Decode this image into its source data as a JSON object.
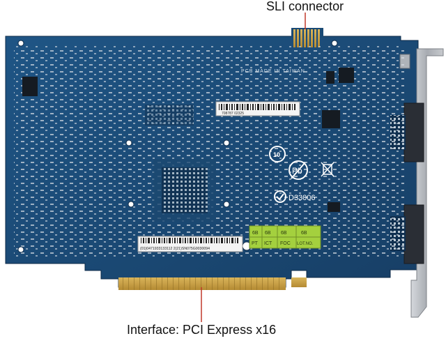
{
  "labels": {
    "sli": "SLI connector",
    "pci": "Interface: PCI Express x16"
  },
  "board": {
    "pcb_print": "PCB MADE IN TAIWAN",
    "sticker_top": "708787     02325",
    "sticker_bottom": "(01)0471933133112 2(21)SN075G0030094",
    "mark_d": "D33006",
    "grid_top": [
      "6B",
      "6B",
      "6B",
      "6B"
    ],
    "grid_bottom": [
      "PT",
      "ICT",
      "FOC",
      "LOT.NO."
    ]
  },
  "colors": {
    "pcb": "#1d4f7c",
    "pcb_dark": "#123659",
    "gold": "#c9a44a",
    "bracket": "#b8bcc2",
    "sticker_green": "#9ccc3c"
  }
}
